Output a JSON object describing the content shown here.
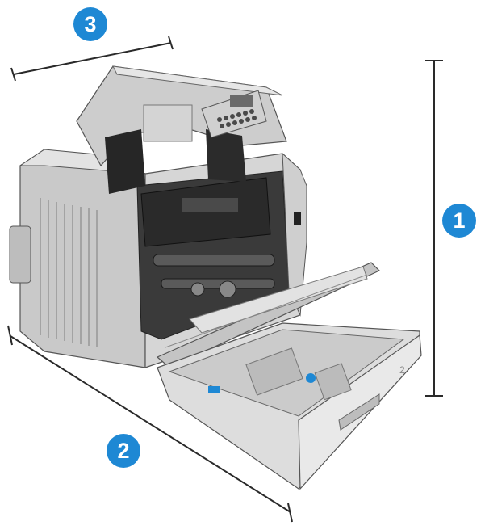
{
  "diagram": {
    "colors": {
      "accent": "#1e88d4",
      "dimension_line": "#2a2a2a",
      "printer_light": "#dcdcdc",
      "printer_mid": "#b8b8b8",
      "printer_dark": "#3a3a3a"
    },
    "callouts": [
      {
        "id": "1",
        "label": "1",
        "dimension": "height"
      },
      {
        "id": "2",
        "label": "2",
        "dimension": "depth"
      },
      {
        "id": "3",
        "label": "3",
        "dimension": "width"
      }
    ]
  }
}
